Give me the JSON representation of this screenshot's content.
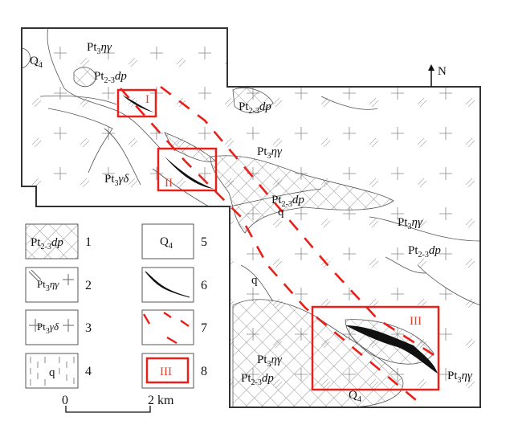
{
  "colors": {
    "fault": "#e8201a",
    "box": "#e8201a",
    "box_label": "#e8602a",
    "line": "#333333",
    "orebody": "#111111"
  },
  "north_label": "N",
  "map_labels": [
    {
      "base": "Q",
      "sub": "4",
      "unit": ""
    },
    {
      "base": "Pt",
      "sub": "3",
      "unit": "ηγ"
    },
    {
      "base": "Pt",
      "sub": "2-3",
      "unit": "dp"
    },
    {
      "base": "Pt",
      "sub": "2-3",
      "unit": "dp"
    },
    {
      "base": "Pt",
      "sub": "3",
      "unit": "ηγ"
    },
    {
      "base": "Pt",
      "sub": "3",
      "unit": "γδ"
    },
    {
      "base": "Pt",
      "sub": "2-3",
      "unit": "dp"
    },
    {
      "base": "Pt",
      "sub": "3",
      "unit": "ηγ"
    },
    {
      "base": "Pt",
      "sub": "2-3",
      "unit": "dp"
    },
    {
      "base": "q",
      "sub": "",
      "unit": ""
    },
    {
      "base": "q",
      "sub": "",
      "unit": ""
    },
    {
      "base": "Pt",
      "sub": "3",
      "unit": "ηγ"
    },
    {
      "base": "Pt",
      "sub": "2-3",
      "unit": "dp"
    },
    {
      "base": "Pt",
      "sub": "3",
      "unit": "ηγ"
    },
    {
      "base": "Q",
      "sub": "4",
      "unit": ""
    }
  ],
  "study_areas": [
    "I",
    "II",
    "III"
  ],
  "legend": [
    {
      "number": "1",
      "base": "Pt",
      "sub": "2-3",
      "unit": "dp"
    },
    {
      "number": "2",
      "base": "Pt",
      "sub": "3",
      "unit": "ηγ"
    },
    {
      "number": "3",
      "base": "Pt",
      "sub": "3",
      "unit": "γδ"
    },
    {
      "number": "4",
      "base": "q",
      "sub": "",
      "unit": ""
    },
    {
      "number": "5",
      "base": "Q",
      "sub": "4",
      "unit": ""
    },
    {
      "number": "6",
      "base": "",
      "sub": "",
      "unit": ""
    },
    {
      "number": "7",
      "base": "",
      "sub": "",
      "unit": ""
    },
    {
      "number": "8",
      "base": "III",
      "sub": "",
      "unit": ""
    }
  ],
  "scale": {
    "start": "0",
    "end": "2 km"
  }
}
